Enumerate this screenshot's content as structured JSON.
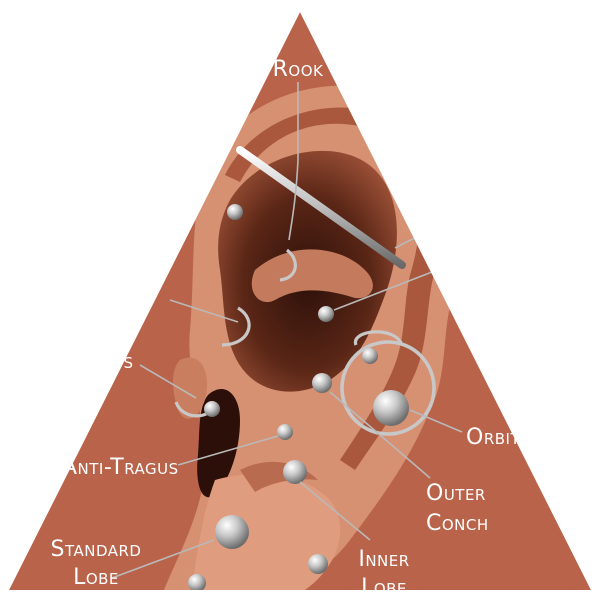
{
  "labels": {
    "rook": "Rook",
    "orbital": "Orbital",
    "outer_conch_1": "Outer",
    "outer_conch_2": "Conch",
    "anti_tragus": "Anti-Tragus",
    "standard_lobe_1": "Standard",
    "standard_lobe_2": "Lobe",
    "inner_lobe_1": "Inner",
    "inner_lobe_2": "Lobe",
    "tragus_fragment": "us"
  },
  "colors": {
    "triangle_bg": "#b8634a",
    "ear_shadow": "#4a1e12",
    "ear_skin": "#d98f70",
    "ear_mid": "#a8583e",
    "jewelry": "#c8c8c8",
    "text": "#ffffff"
  }
}
